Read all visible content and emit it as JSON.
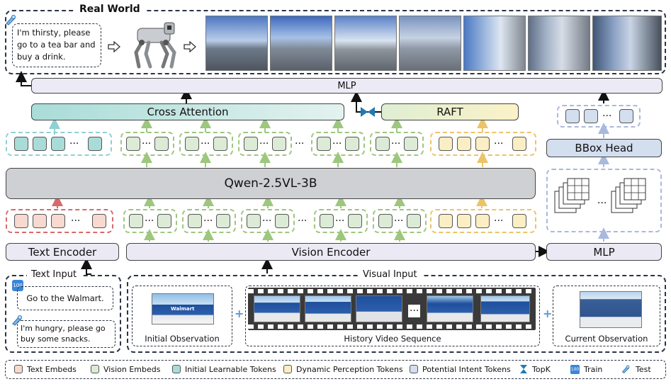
{
  "real_world": {
    "title": "Real World",
    "instruction": "I'm thirsty, please go to a tea bar and buy a drink."
  },
  "layers": {
    "mlp_top": "MLP",
    "cross_attention": "Cross Attention",
    "raft": "RAFT",
    "bbox_head": "BBox Head",
    "llm": "Qwen-2.5VL-3B",
    "text_encoder": "Text Encoder",
    "vision_encoder": "Vision Encoder",
    "mlp_right": "MLP"
  },
  "text_input": {
    "title": "Text Input",
    "train_example": "Go to the Walmart.",
    "test_example": "I'm hungry, please go buy some snacks."
  },
  "visual_input": {
    "title": "Visual Input",
    "initial": "Initial Observation",
    "history": "History Video Sequence",
    "current": "Current Observation",
    "store_sign": "Walmart"
  },
  "ellipsis": "···",
  "legend": {
    "text_embeds": "Text Embeds",
    "vision_embeds": "Vision Embeds",
    "initial_tokens": "Initial Learnable Tokens",
    "dynamic_tokens": "Dynamic Perception Tokens",
    "intent_tokens": "Potential Intent Tokens",
    "topk": "TopK",
    "train": "Train",
    "test": "Test"
  },
  "colors": {
    "text_embed": "#f7d9cf",
    "vision_embed": "#dcebd6",
    "initial_token": "#a9dcd8",
    "dynamic_token": "#fbeec4",
    "intent_token": "#d3deef",
    "text_group_border": "#d86a6a",
    "vision_group_border": "#9dc77d",
    "initial_group_border": "#8fd0d3",
    "dynamic_group_border": "#ecc468",
    "intent_group_border": "#a9b9dd",
    "mlp_fill": "#ecebf5",
    "cross_attention_fill": "#a9dcd8",
    "raft_fill": "#eef0cc",
    "qwen_fill": "#cfd0d3",
    "encoder_fill": "#ebe9f3",
    "topk": "#1f7ab5"
  }
}
